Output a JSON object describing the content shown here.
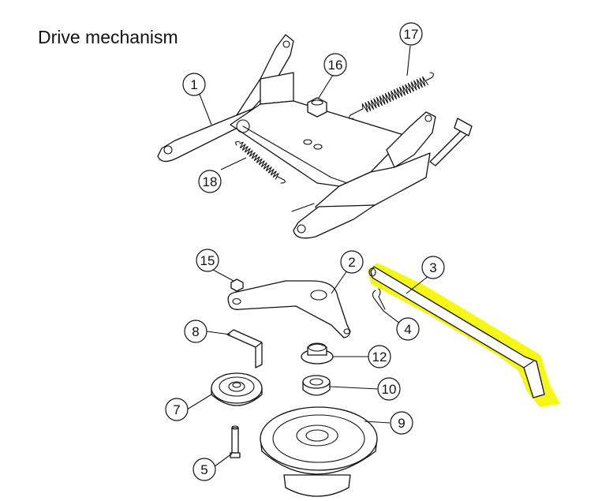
{
  "diagram": {
    "title": "Drive mechanism",
    "highlight_color": "#f5f500",
    "callouts": [
      {
        "id": "1",
        "label": "1"
      },
      {
        "id": "2",
        "label": "2"
      },
      {
        "id": "3",
        "label": "3"
      },
      {
        "id": "4",
        "label": "4"
      },
      {
        "id": "5",
        "label": "5"
      },
      {
        "id": "7",
        "label": "7"
      },
      {
        "id": "8",
        "label": "8"
      },
      {
        "id": "9",
        "label": "9"
      },
      {
        "id": "10",
        "label": "10"
      },
      {
        "id": "12",
        "label": "12"
      },
      {
        "id": "15",
        "label": "15"
      },
      {
        "id": "16",
        "label": "16"
      },
      {
        "id": "17",
        "label": "17"
      },
      {
        "id": "18",
        "label": "18"
      }
    ]
  }
}
